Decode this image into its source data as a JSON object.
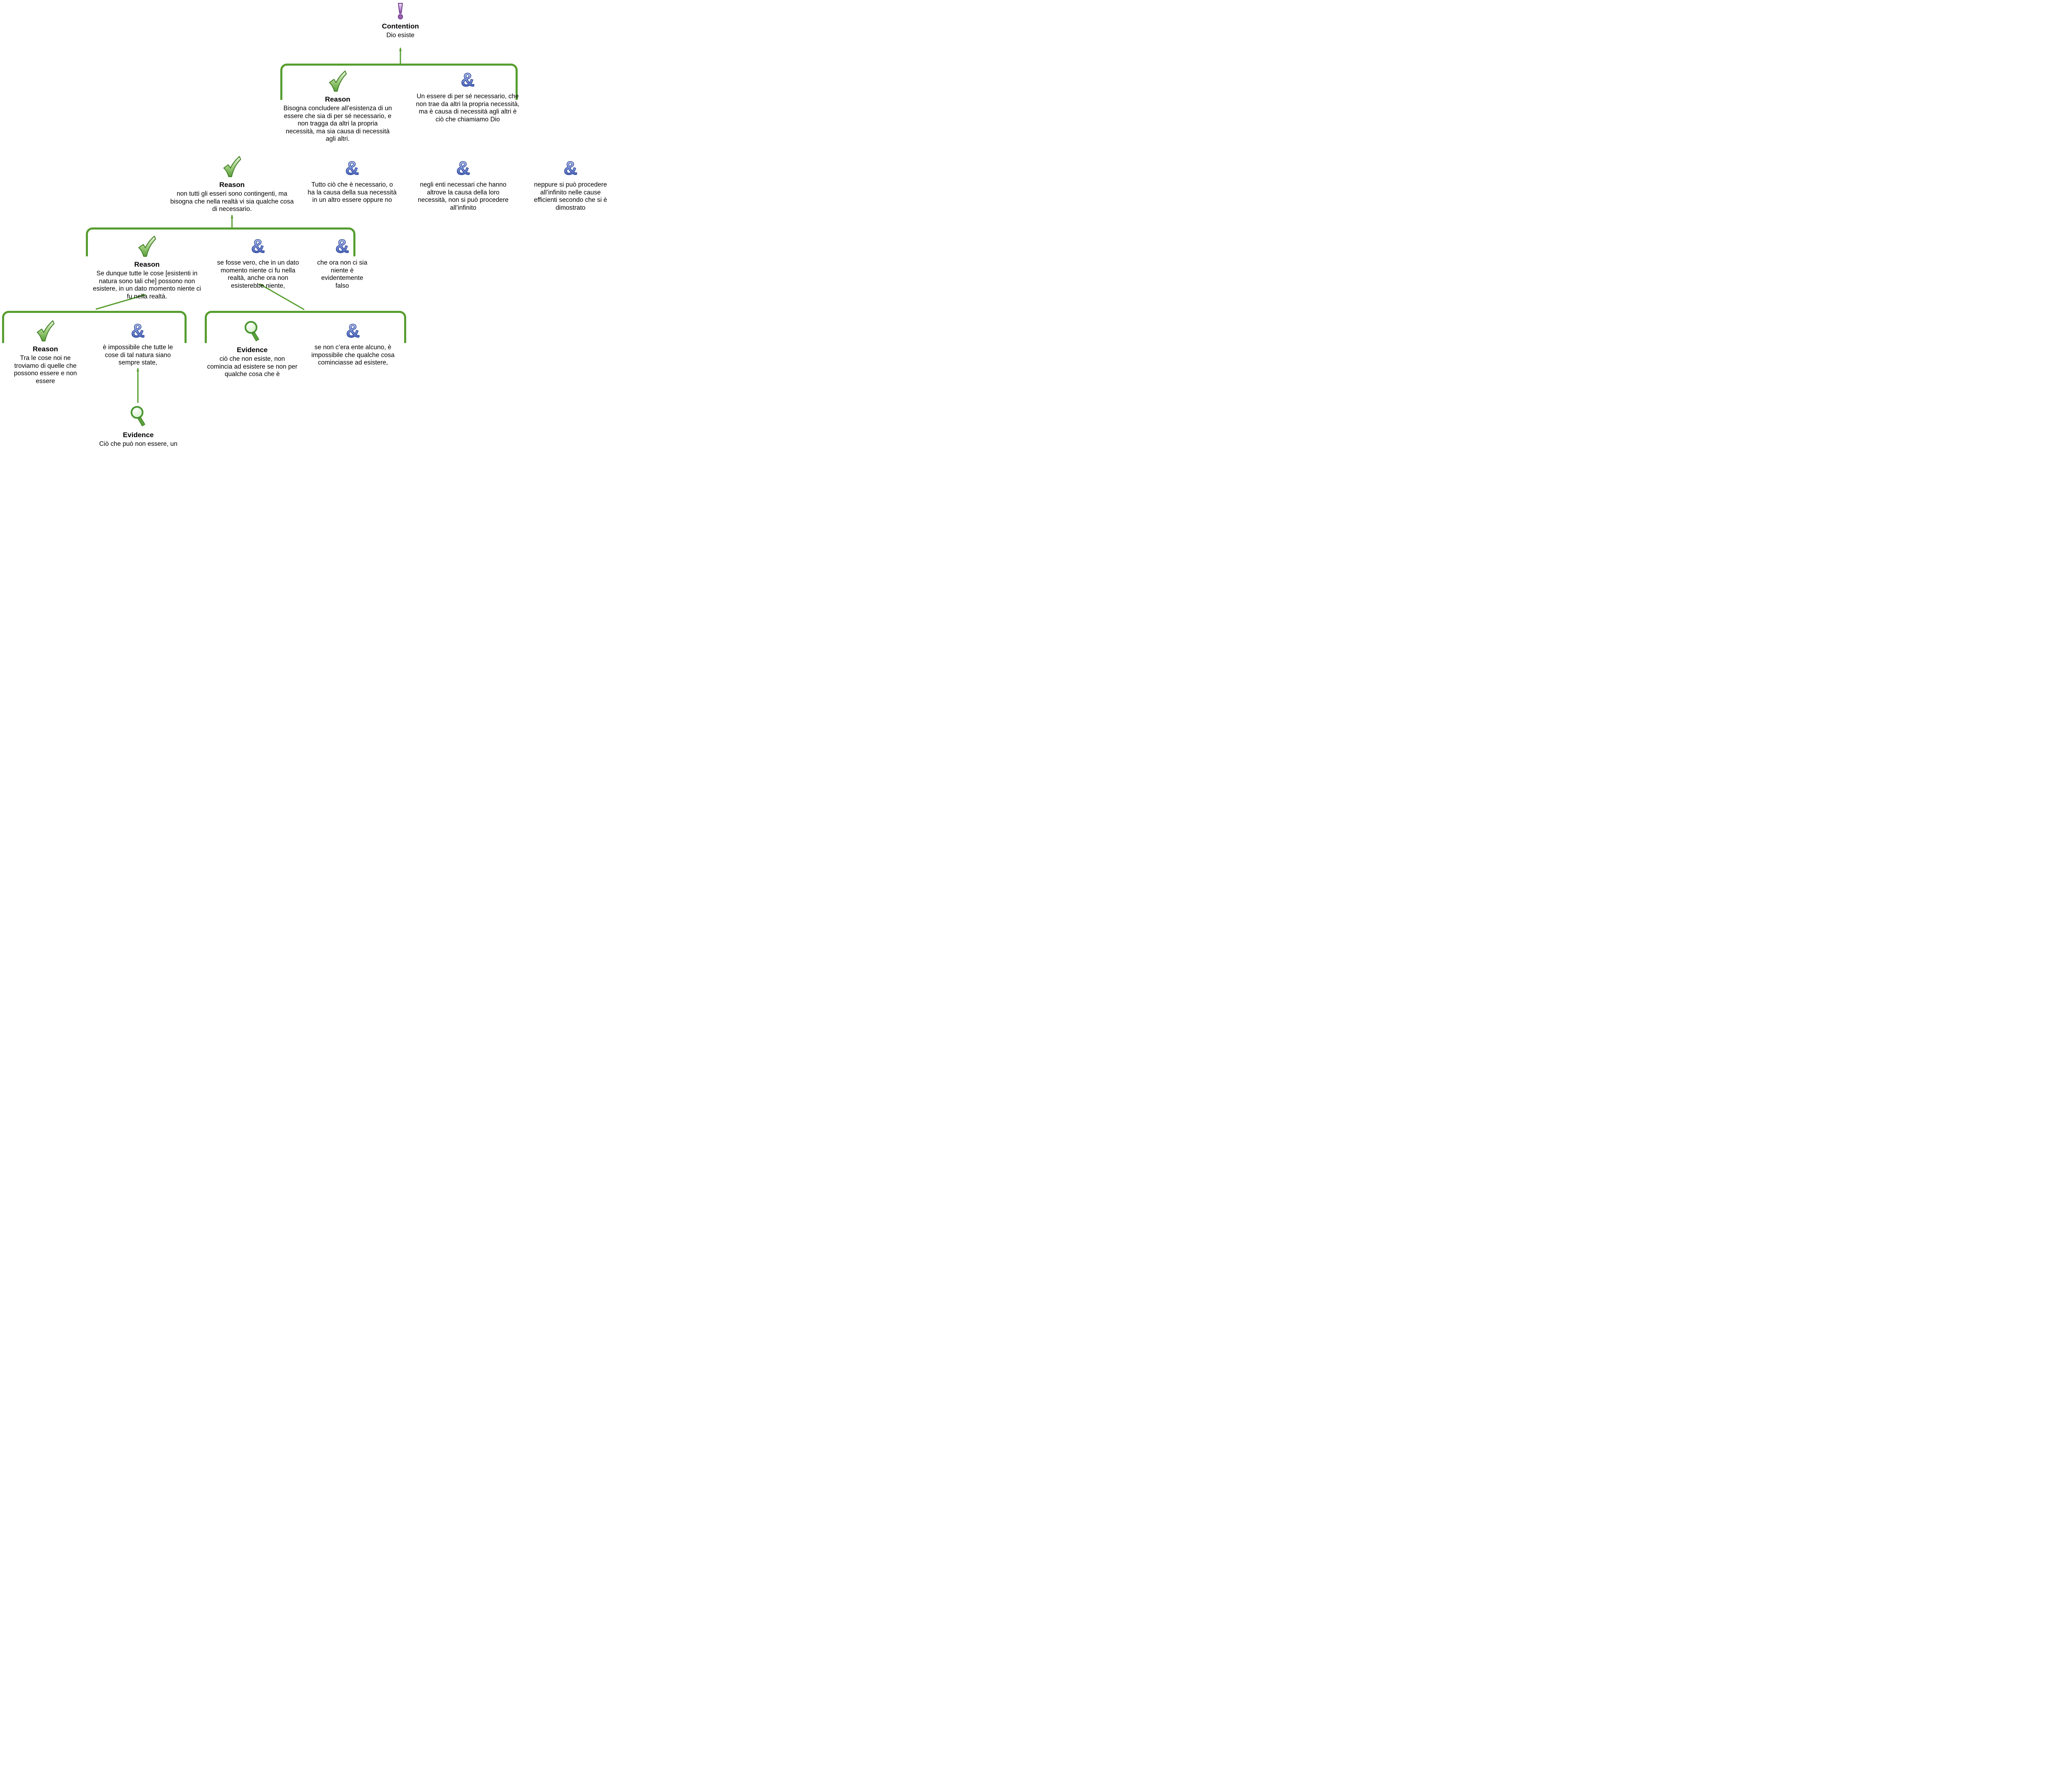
{
  "app": {
    "kind": "argument-map"
  },
  "colors": {
    "connector_green": "#569d2f",
    "check_green": "#74b14f",
    "and_blue": "#3f5cb8",
    "contention_purple": "#8e56a8",
    "evidence_green": "#4c9138",
    "text": "#000000",
    "background": "#ffffff"
  },
  "contention": {
    "label": "Contention",
    "text": "Dio esiste",
    "icon": "exclamation-icon"
  },
  "nodes": {
    "r1": {
      "label": "Reason",
      "icon": "check-icon",
      "text": "Bisogna concludere all’esistenza di un essere che sia di per sé necessario, e non tragga da altri la propria necessità, ma sia causa di necessità agli altri."
    },
    "a1": {
      "icon": "ampersand-icon",
      "text": "Un essere di per sé necessario, che non trae da altri la propria necessità, ma è causa di necessità agli altri è ciò che chiamiamo Dio"
    },
    "r2": {
      "label": "Reason",
      "icon": "check-icon",
      "text": "non tutti gli esseri sono contingenti, ma bisogna che nella realtà vi sia qualche cosa di necessario."
    },
    "a2a": {
      "icon": "ampersand-icon",
      "text": "Tutto ciò che è necessario, o ha la causa della sua necessità in un altro essere oppure no"
    },
    "a2b": {
      "icon": "ampersand-icon",
      "text": "negli enti necessari che hanno altrove la causa della loro necessità, non si può procedere all’infinito"
    },
    "a2c": {
      "icon": "ampersand-icon",
      "text": "neppure si può procedere all’infinito nelle cause efficienti secondo che si è dimostrato"
    },
    "r3": {
      "label": "Reason",
      "icon": "check-icon",
      "text": "Se dunque tutte le cose [esistenti in natura sono tali che] possono non esistere, in un dato momento niente ci fu nella realtà."
    },
    "a3a": {
      "icon": "ampersand-icon",
      "text": "se fosse vero, che in un dato momento niente ci fu nella realtà, anche ora non esisterebbe niente,"
    },
    "a3b": {
      "icon": "ampersand-icon",
      "text": "che ora non ci sia niente è evidentemente falso"
    },
    "r4": {
      "label": "Reason",
      "icon": "check-icon",
      "text": "Tra le cose noi ne troviamo di quelle che possono essere e non essere"
    },
    "a4a": {
      "icon": "ampersand-icon",
      "text": "è impossibile che tutte le cose di tal natura siano sempre state,"
    },
    "e4": {
      "label": "Evidence",
      "icon": "magnifier-icon",
      "text": "ciò che non esiste, non comincia ad esistere se non per qualche cosa che è"
    },
    "a4b": {
      "icon": "ampersand-icon",
      "text": "se non c’era ente alcuno, è impossibile che qualche cosa cominciasse ad esistere,"
    },
    "e5": {
      "label": "Evidence",
      "icon": "magnifier-icon",
      "text": "Ciò che può non essere, un tempo non esisteva."
    }
  }
}
